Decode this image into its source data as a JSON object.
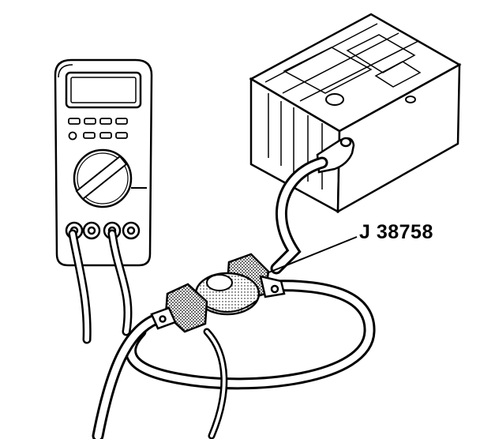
{
  "callouts": {
    "tool_label": "J 38758"
  },
  "components": {
    "multimeter": "digital-multimeter",
    "battery": "vehicle-battery",
    "tester": "tester-module",
    "clamp_left": "test-lead-clamp-left",
    "clamp_right": "test-lead-clamp-right"
  },
  "colors": {
    "line": "#000000",
    "background": "#ffffff",
    "shade": "#9a9a9a"
  }
}
